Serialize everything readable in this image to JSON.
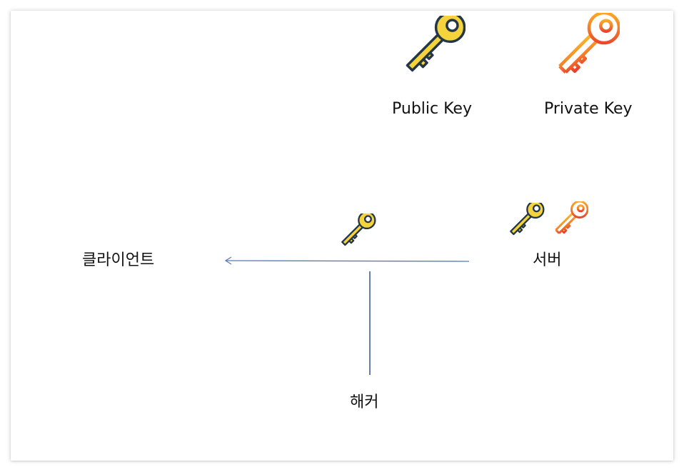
{
  "legend": {
    "public_key_label": "Public Key",
    "private_key_label": "Private Key",
    "public_key_icon": "public-key-icon",
    "private_key_icon": "private-key-icon"
  },
  "nodes": {
    "client": "클라이언트",
    "server": "서버",
    "hacker": "해커"
  },
  "colors": {
    "public_key_fill": "#F5D33C",
    "public_key_outline": "#253746",
    "private_key_gradient_top": "#F9B92A",
    "private_key_gradient_bottom": "#E8322A",
    "arrow": "#5B7DB1",
    "hacker_line": "#3D5F92"
  }
}
